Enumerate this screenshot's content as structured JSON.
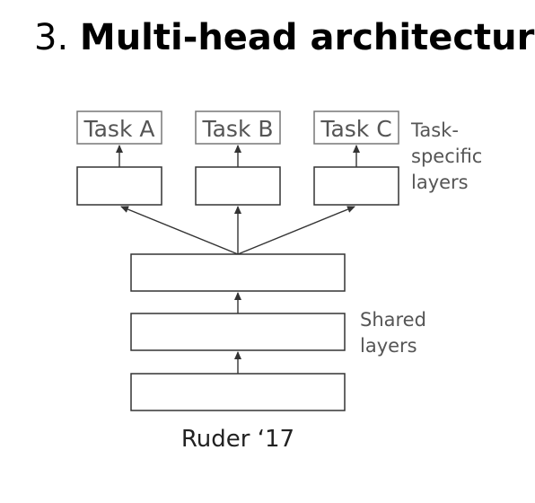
{
  "slide": {
    "title_number": "3.",
    "title_text": "Multi-head architecture",
    "caption": "Ruder ‘17"
  },
  "diagram": {
    "tasks": [
      "Task A",
      "Task B",
      "Task C"
    ],
    "task_specific_label": [
      "Task-",
      "specific",
      "layers"
    ],
    "shared_label": [
      "Shared",
      "layers"
    ],
    "colors": {
      "box_stroke": "#333333",
      "task_box_stroke": "#777777",
      "arrow": "#333333",
      "label_text": "#555555"
    }
  }
}
